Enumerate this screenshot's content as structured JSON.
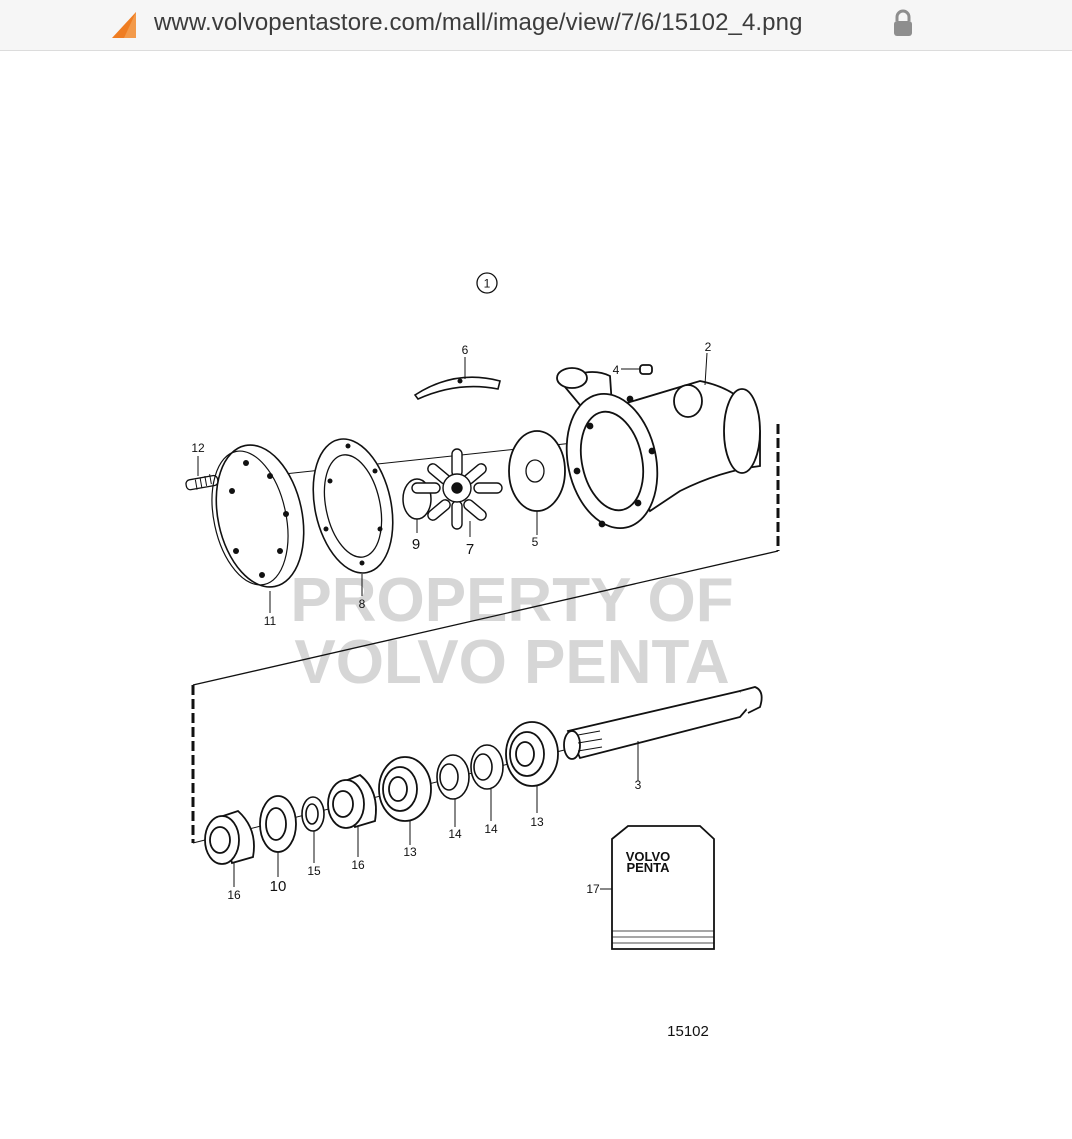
{
  "address_bar": {
    "url": "www.volvopentastore.com/mall/image/view/7/6/15102_4.png",
    "site_icon": "orange-sail-icon",
    "lock_icon": "lock-icon"
  },
  "diagram": {
    "group_number": "1",
    "part_labels": [
      "2",
      "3",
      "4",
      "5",
      "6",
      "7",
      "8",
      "9",
      "10",
      "11",
      "12",
      "13",
      "13",
      "14",
      "14",
      "15",
      "16",
      "16",
      "17"
    ],
    "watermark_line1": "PROPERTY OF",
    "watermark_line2": "VOLVO PENTA",
    "kit_brand_line1": "VOLVO",
    "kit_brand_line2": "PENTA",
    "drawing_number": "15102"
  }
}
